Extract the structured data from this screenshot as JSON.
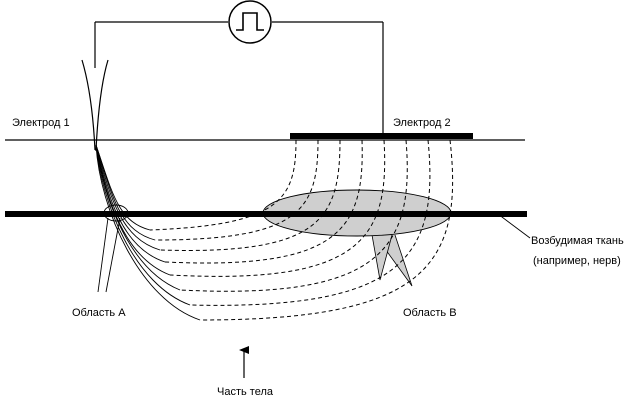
{
  "labels": {
    "electrode1": "Электрод 1",
    "electrode2": "Электрод 2",
    "tissue_line1": "Возбудимая ткань",
    "tissue_line2": "(например, нерв)",
    "region_a": "Область А",
    "region_b": "Область В",
    "body_part": "Часть тела"
  },
  "icons": {
    "source": "pulse-generator-icon"
  },
  "colors": {
    "line": "#000000",
    "region_fill": "#cfcfcf",
    "background": "#ffffff"
  }
}
